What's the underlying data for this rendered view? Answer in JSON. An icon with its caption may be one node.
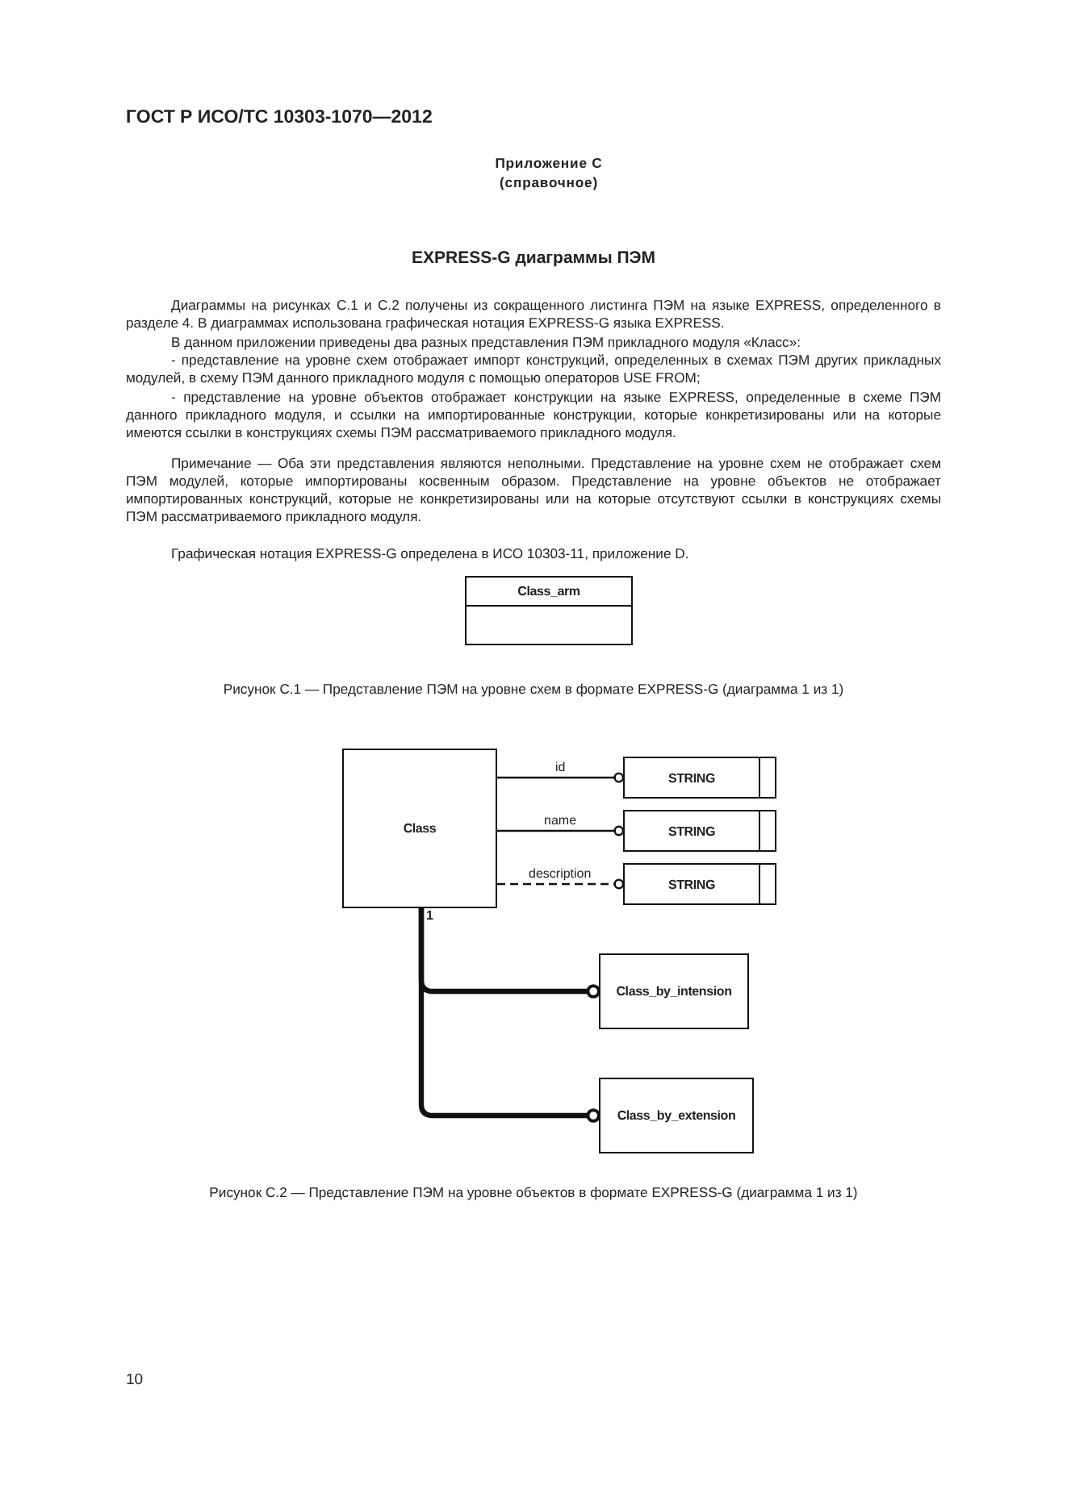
{
  "diagram": {
    "title": "EXPRESS-G диаграммы ПЭМ",
    "nodes": [
      {
        "text": [
          "Class_arm"
        ]
      },
      {
        "text": [
          "Class"
        ]
      },
      {
        "text": [
          "STRING"
        ]
      },
      {
        "text": [
          "STRING"
        ]
      },
      {
        "text": [
          "STRING"
        ]
      },
      {
        "text": [
          "Class_by_intension"
        ]
      },
      {
        "text": [
          "Class_by_extension"
        ]
      }
    ],
    "edges": [
      {
        "from": 1,
        "to": 2,
        "arrow": "other",
        "label": "id"
      },
      {
        "from": 1,
        "to": 3,
        "arrow": "other",
        "label": "name"
      },
      {
        "from": 1,
        "to": 4,
        "arrow": "other",
        "label": "description",
        "style": "dashed"
      },
      {
        "from": 1,
        "to": 5,
        "arrow": "other",
        "style": "thick"
      },
      {
        "from": 1,
        "to": 6,
        "arrow": "other",
        "style": "thick"
      }
    ],
    "labels": [
      "ГОСТ Р ИСО/ТС 10303-1070—2012",
      "Приложение С",
      "(справочное)",
      "Диаграммы на рисунках С.1 и С.2 получены из сокращенного листинга ПЭМ на языке EXPRESS, определенного в разделе 4. В диаграммах использована графическая нотация EXPRESS-G языка EXPRESS.",
      "В данном приложении приведены два разных представления ПЭМ прикладного модуля «Класс»:",
      "- представление на уровне схем отображает импорт конструкций, определенных в схемах ПЭМ других прикладных модулей, в схему ПЭМ данного прикладного модуля с помощью операторов USE FROM;",
      "- представление на уровне объектов отображает конструкции на языке EXPRESS, определенные в схеме ПЭМ данного прикладного модуля, и ссылки на импортированные конструкции, которые конкретизированы или на которые имеются ссылки в конструкциях схемы ПЭМ рассматриваемого прикладного модуля.",
      "Примечание — Оба эти представления являются неполными. Представление на уровне схем не отображает схем ПЭМ модулей, которые импортированы косвенным образом. Представление на уровне объектов не отображает импортированных конструкций, которые не конкретизированы или на которые отсутствуют ссылки в конструкциях схемы ПЭМ рассматриваемого прикладного модуля.",
      "Графическая нотация EXPRESS-G определена в ИСО 10303-11, приложение D.",
      "Рисунок С.1 — Представление ПЭМ на уровне схем в формате EXPRESS-G (диаграмма 1 из 1)",
      "1",
      "Рисунок С.2 — Представление ПЭМ на уровне объектов в формате EXPRESS-G (диаграмма 1 из 1)",
      "10"
    ]
  }
}
